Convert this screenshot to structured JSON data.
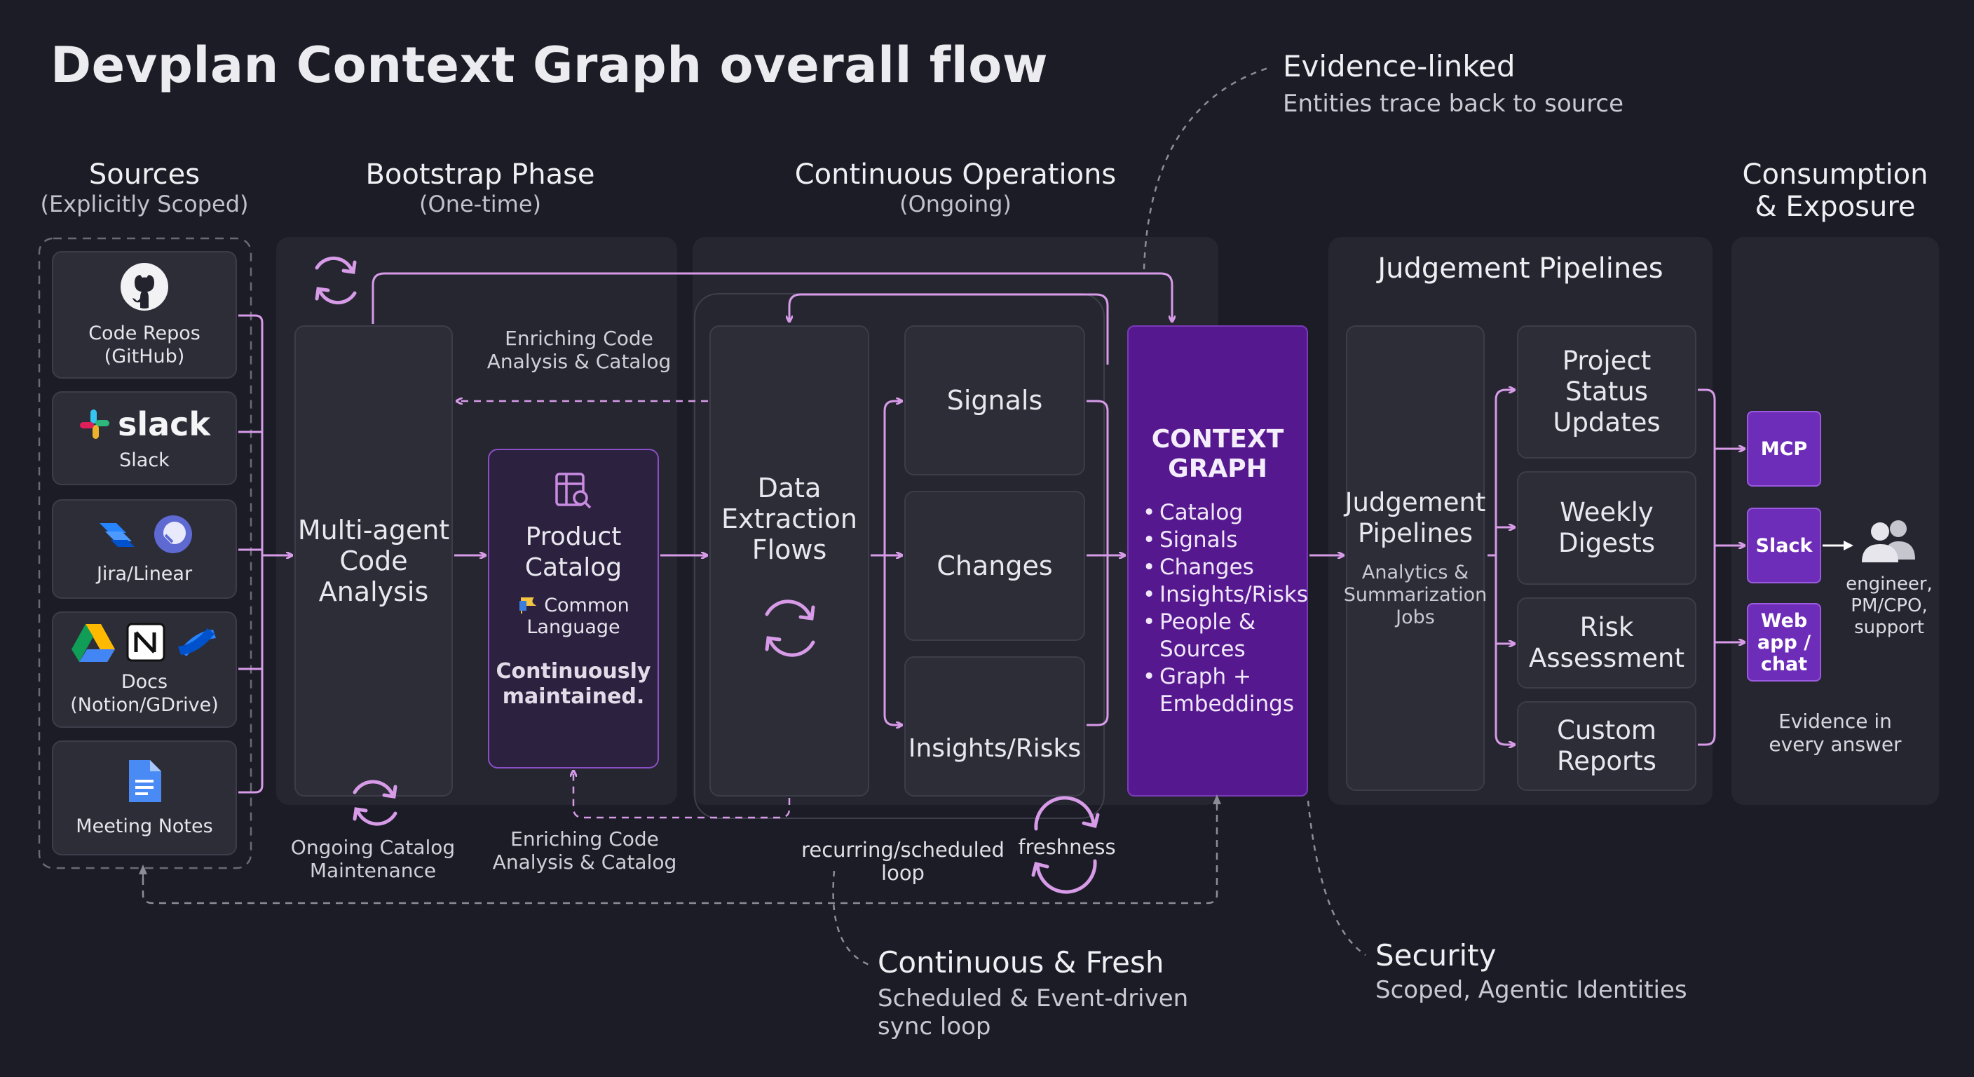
{
  "title": "Devplan Context Graph overall flow",
  "annotations": {
    "evidence": {
      "title": "Evidence-linked",
      "sub": "Entities trace back to source"
    },
    "continuous": {
      "title": "Continuous & Fresh",
      "sub1": "Scheduled & Event-driven",
      "sub2": "sync loop"
    },
    "security": {
      "title": "Security",
      "sub": "Scoped, Agentic Identities"
    }
  },
  "columns": {
    "sources": {
      "title": "Sources",
      "sub": "(Explicitly Scoped)"
    },
    "bootstrap": {
      "title": "Bootstrap Phase",
      "sub": "(One-time)"
    },
    "continuous": {
      "title": "Continuous Operations",
      "sub": "(Ongoing)"
    },
    "consumption": {
      "title1": "Consumption",
      "title2": "& Exposure"
    }
  },
  "sources": [
    {
      "l1": "Code Repos",
      "l2": "(GitHub)",
      "icon": "github-icon"
    },
    {
      "l1": "Slack",
      "l2": "",
      "wordmark": "slack",
      "icon": "slack-icon"
    },
    {
      "l1": "Jira/Linear",
      "l2": "",
      "icon": "jira-icon"
    },
    {
      "l1": "Docs",
      "l2": "(Notion/GDrive)",
      "icon": "docs-icon"
    },
    {
      "l1": "Meeting Notes",
      "l2": "",
      "icon": "meeting-notes-icon"
    }
  ],
  "bootstrap": {
    "multi_agent": [
      "Multi-agent",
      "Code",
      "Analysis"
    ],
    "catalog": {
      "l1": "Product",
      "l2": "Catalog",
      "common1": "Common",
      "common2": "Language",
      "maint1": "Continuously",
      "maint2": "maintained."
    },
    "enrich_top": [
      "Enriching Code",
      "Analysis & Catalog"
    ],
    "enrich_bottom": [
      "Enriching Code",
      "Analysis & Catalog"
    ],
    "ongoing": [
      "Ongoing Catalog",
      "Maintenance"
    ]
  },
  "continuous_ops": {
    "extraction": [
      "Data",
      "Extraction",
      "Flows"
    ],
    "signals": "Signals",
    "changes": "Changes",
    "insights": "Insights/Risks",
    "loop_label": "recurring/scheduled loop",
    "freshness": "freshness"
  },
  "context_graph": {
    "title1": "CONTEXT",
    "title2": "GRAPH",
    "items": [
      "Catalog",
      "Signals",
      "Changes",
      "Insights/Risks",
      "People &",
      "Graph +"
    ],
    "cont": [
      "Sources",
      "Embeddings"
    ]
  },
  "judgement": {
    "header": "Judgement Pipelines",
    "main": [
      "Judgement",
      "Pipelines"
    ],
    "sub": [
      "Analytics &",
      "Summarization",
      "Jobs"
    ],
    "outputs": [
      [
        "Project",
        "Status",
        "Updates"
      ],
      [
        "Weekly",
        "Digests"
      ],
      [
        "Risk",
        "Assessment"
      ],
      [
        "Custom",
        "Reports"
      ]
    ]
  },
  "consumption": {
    "mcp": "MCP",
    "slack": "Slack",
    "web": [
      "Web",
      "app /",
      "chat"
    ],
    "users": [
      "engineer,",
      "PM/CPO,",
      "support"
    ],
    "evidence": [
      "Evidence in",
      "every answer"
    ]
  },
  "colors": {
    "background": "#1b1c26",
    "panel": "#262631",
    "card": "#2c2d37",
    "accent": "#d79be8",
    "graph": "#56188f",
    "button": "#6d2db8"
  }
}
